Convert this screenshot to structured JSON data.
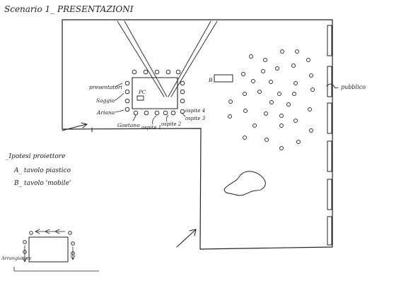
{
  "title": "Scenario 1_ PRESENTAZIONI",
  "labels": {
    "relatori": "presentatori",
    "saggio": "Saggio",
    "ariana": "Ariana",
    "gaetano": "Gaetano",
    "ospite1": "ospite 1",
    "ospite2": "ospite 2",
    "ospite3": "ospite 3",
    "ospite4": "ospite 4",
    "pc": "PC",
    "b": "B",
    "pubblico": "pubblico",
    "arrangiatore": "Arrangiatore"
  },
  "ipotesi": {
    "heading": "_Ipotesi proiettore",
    "a": "A_ tavolo piastico",
    "b": "B_ tavolo 'mobile'"
  }
}
